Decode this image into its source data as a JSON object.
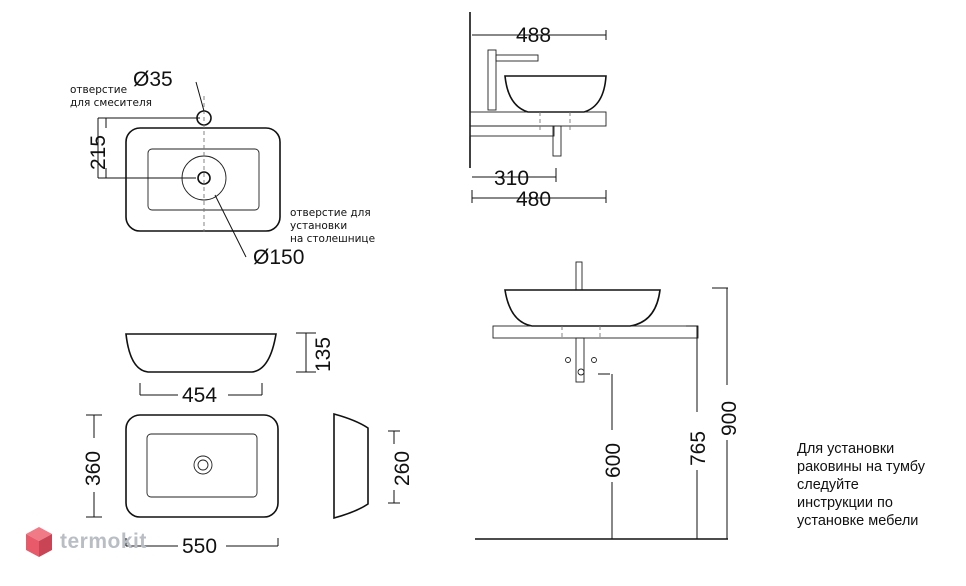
{
  "dimensions": {
    "mixer_hole_diameter": "Ø35",
    "installation_hole_diameter": "Ø150",
    "top_offset": "215",
    "side_depth_top": "488",
    "side_depth_bracket": "310",
    "side_depth_total": "480",
    "front_height": "135",
    "front_width": "454",
    "plan_depth": "360",
    "plan_width": "550",
    "profile_depth": "260",
    "height_600": "600",
    "height_765": "765",
    "height_900": "900"
  },
  "notes": {
    "mixer_hole": [
      "отверстие",
      "для смесителя"
    ],
    "install_hole": [
      "отверстие для",
      "установки",
      "на столешнице"
    ]
  },
  "instruction_lines": [
    "Для установки",
    "раковины на тумбу",
    "следуйте",
    "инструкции по",
    "установке мебели"
  ],
  "brand": {
    "name": "termokit",
    "logo_color": "#e85a6a"
  }
}
